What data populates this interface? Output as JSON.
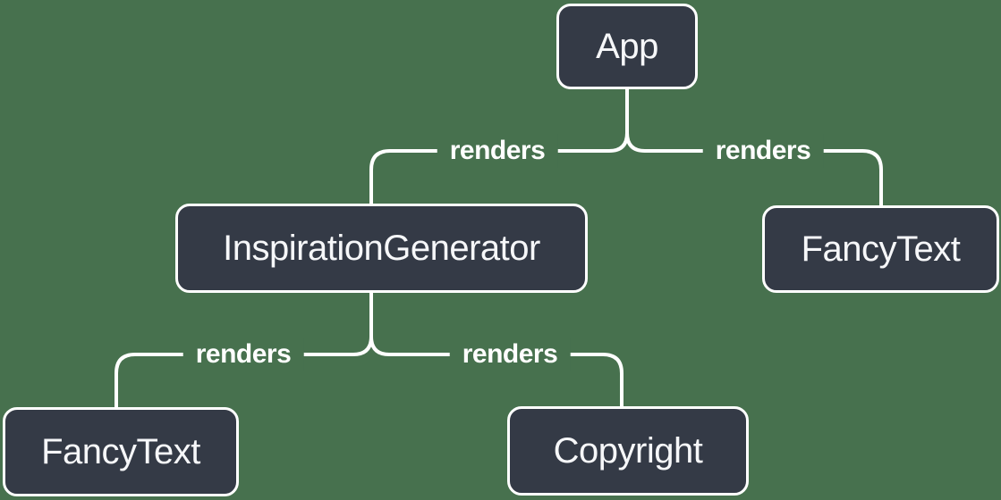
{
  "diagram": {
    "type": "component-render-tree",
    "nodes": {
      "app": {
        "label": "App"
      },
      "inspiration_generator": {
        "label": "InspirationGenerator"
      },
      "fancy_text_top": {
        "label": "FancyText"
      },
      "fancy_text_bottom": {
        "label": "FancyText"
      },
      "copyright": {
        "label": "Copyright"
      }
    },
    "edges": {
      "app_to_inspiration_generator": {
        "label": "renders"
      },
      "app_to_fancy_text": {
        "label": "renders"
      },
      "inspiration_generator_to_fancy_text": {
        "label": "renders"
      },
      "inspiration_generator_to_copyright": {
        "label": "renders"
      }
    },
    "colors": {
      "background": "#47714E",
      "node_fill": "#343A46",
      "node_border": "#FFFFFF",
      "edge_line": "#FFFFFF",
      "node_text": "#F6F7F9",
      "edge_label_text": "#FFFFFF"
    }
  }
}
